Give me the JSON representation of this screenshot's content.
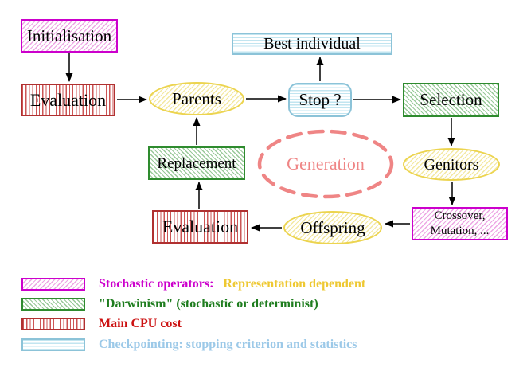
{
  "diagram": {
    "title_implicit": "Evolutionary algorithm generation loop",
    "nodes": {
      "initialisation": {
        "label": "Initialisation",
        "style": "magenta-hatch"
      },
      "evaluation_top": {
        "label": "Evaluation",
        "style": "red-stripes"
      },
      "best_individual": {
        "label": "Best individual",
        "style": "cyan-stripes"
      },
      "parents": {
        "label": "Parents",
        "style": "yellow-hatch"
      },
      "stop": {
        "label": "Stop ?",
        "style": "cyan-stripes"
      },
      "selection": {
        "label": "Selection",
        "style": "green-hatch"
      },
      "genitors": {
        "label": "Genitors",
        "style": "yellow-hatch"
      },
      "crossover": {
        "line1": "Crossover,",
        "line2": "Mutation, ...",
        "style": "magenta-hatch"
      },
      "offspring": {
        "label": "Offspring",
        "style": "yellow-hatch"
      },
      "evaluation_bottom": {
        "label": "Evaluation",
        "style": "red-stripes"
      },
      "replacement": {
        "label": "Replacement",
        "style": "green-hatch"
      },
      "generation": {
        "label": "Generation",
        "style": "salmon-dashed-ellipse"
      }
    },
    "flows": [
      "initialisation -> evaluation_top",
      "evaluation_top -> parents",
      "parents -> stop",
      "stop -> best_individual",
      "stop -> selection",
      "selection -> genitors",
      "genitors -> crossover",
      "crossover -> offspring",
      "offspring -> evaluation_bottom",
      "evaluation_bottom -> replacement",
      "replacement -> parents"
    ]
  },
  "legend": {
    "rows": [
      {
        "swatch": "magenta-hatch",
        "text1": "Stochastic operators:",
        "text2": "Representation dependent"
      },
      {
        "swatch": "green-hatch",
        "text1": "\"Darwinism\" (stochastic or determinist)"
      },
      {
        "swatch": "red-stripes",
        "text1": "Main CPU cost"
      },
      {
        "swatch": "cyan-stripes",
        "text1": "Checkpointing: stopping criterion and statistics"
      }
    ]
  },
  "colors": {
    "magenta": "#cc00cc",
    "magenta_hatch": "#eda6e4",
    "green": "#2e8b2e",
    "green_hatch": "#99c999",
    "red": "#b03030",
    "red_stripe": "#cc5555",
    "cyan": "#8cc3d8",
    "cyan_stripe": "#c2e5f0",
    "yellow": "#ecd44f",
    "yellow_hatch": "#f3e8a0",
    "salmon": "#ef8585",
    "gold_text": "#eec832",
    "green_text": "#1f7d1f",
    "red_text": "#cc1111",
    "cyan_text": "#9cc9e8",
    "arrow": "#000000",
    "background": "#ffffff"
  }
}
